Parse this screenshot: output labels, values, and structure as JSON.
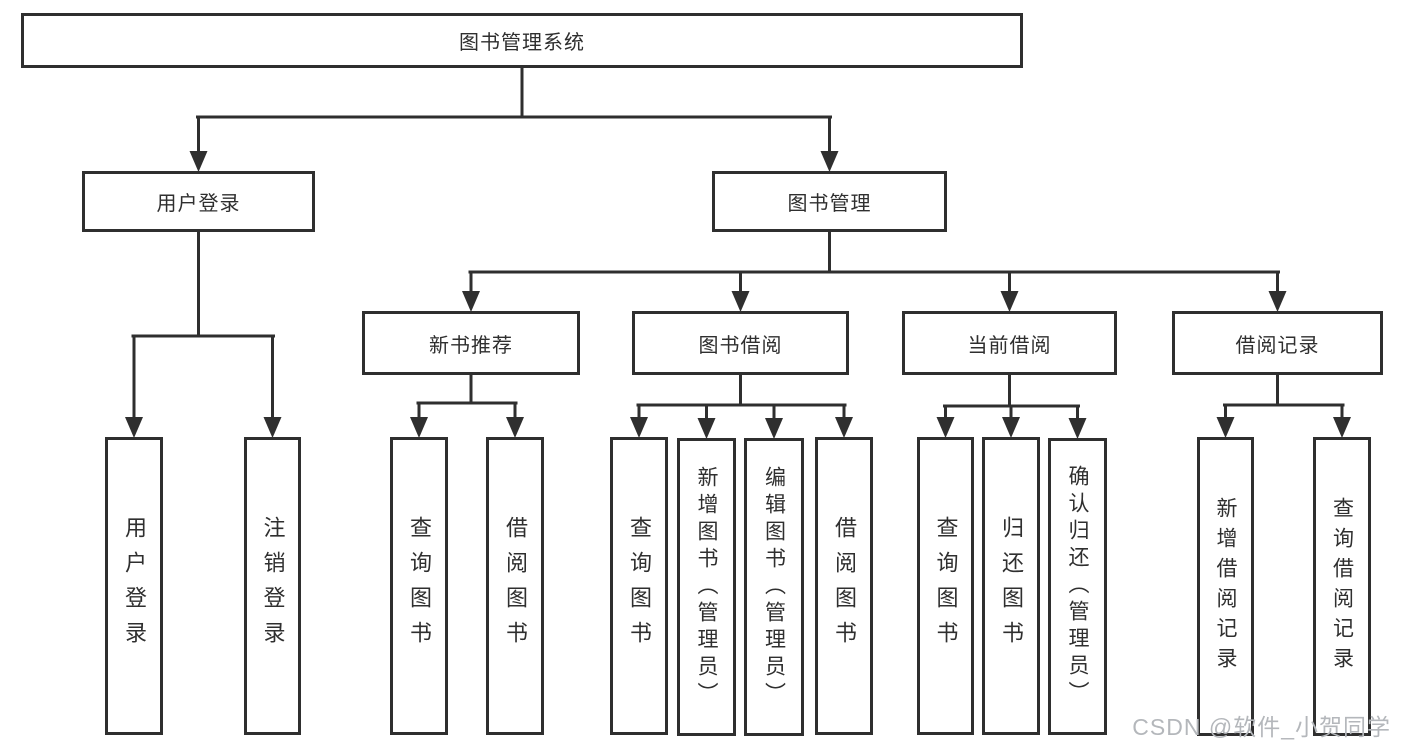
{
  "diagram": {
    "title": "图书管理系统",
    "nodes": [
      {
        "id": "root",
        "label": "图书管理系统",
        "orientation": "horizontal"
      },
      {
        "id": "user-login",
        "label": "用户登录",
        "orientation": "horizontal"
      },
      {
        "id": "book-mgmt",
        "label": "图书管理",
        "orientation": "horizontal"
      },
      {
        "id": "new-book-rec",
        "label": "新书推荐",
        "orientation": "horizontal"
      },
      {
        "id": "book-borrow",
        "label": "图书借阅",
        "orientation": "horizontal"
      },
      {
        "id": "current-borrow",
        "label": "当前借阅",
        "orientation": "horizontal"
      },
      {
        "id": "borrow-records",
        "label": "借阅记录",
        "orientation": "horizontal"
      },
      {
        "id": "leaf-user-login",
        "label": "用户登录",
        "orientation": "vertical"
      },
      {
        "id": "leaf-logout",
        "label": "注销登录",
        "orientation": "vertical"
      },
      {
        "id": "nbr-query-books",
        "label": "查询图书",
        "orientation": "vertical"
      },
      {
        "id": "nbr-borrow-books",
        "label": "借阅图书",
        "orientation": "vertical"
      },
      {
        "id": "bb-query-books",
        "label": "查询图书",
        "orientation": "vertical"
      },
      {
        "id": "bb-add-books",
        "label": "新增图书（管理员）",
        "orientation": "vertical"
      },
      {
        "id": "bb-edit-books",
        "label": "编辑图书（管理员）",
        "orientation": "vertical"
      },
      {
        "id": "bb-borrow-books",
        "label": "借阅图书",
        "orientation": "vertical"
      },
      {
        "id": "cb-query-books",
        "label": "查询图书",
        "orientation": "vertical"
      },
      {
        "id": "cb-return-books",
        "label": "归还图书",
        "orientation": "vertical"
      },
      {
        "id": "cb-confirm-return",
        "label": "确认归还（管理员）",
        "orientation": "vertical"
      },
      {
        "id": "br-add-record",
        "label": "新增借阅记录",
        "orientation": "vertical"
      },
      {
        "id": "br-query-record",
        "label": "查询借阅记录",
        "orientation": "vertical"
      }
    ],
    "edges": [
      {
        "from": "root",
        "to": [
          "user-login",
          "book-mgmt"
        ]
      },
      {
        "from": "user-login",
        "to": [
          "leaf-user-login",
          "leaf-logout"
        ]
      },
      {
        "from": "book-mgmt",
        "to": [
          "new-book-rec",
          "book-borrow",
          "current-borrow",
          "borrow-records"
        ]
      },
      {
        "from": "new-book-rec",
        "to": [
          "nbr-query-books",
          "nbr-borrow-books"
        ]
      },
      {
        "from": "book-borrow",
        "to": [
          "bb-query-books",
          "bb-add-books",
          "bb-edit-books",
          "bb-borrow-books"
        ]
      },
      {
        "from": "current-borrow",
        "to": [
          "cb-query-books",
          "cb-return-books",
          "cb-confirm-return"
        ]
      },
      {
        "from": "borrow-records",
        "to": [
          "br-add-record",
          "br-query-record"
        ]
      }
    ]
  },
  "watermark": {
    "text": "CSDN @软件_小贺同学"
  },
  "colors": {
    "line": "#2f2f2f",
    "text": "#2f2f2f",
    "watermark": "#b4b7bb",
    "background": "#ffffff"
  }
}
